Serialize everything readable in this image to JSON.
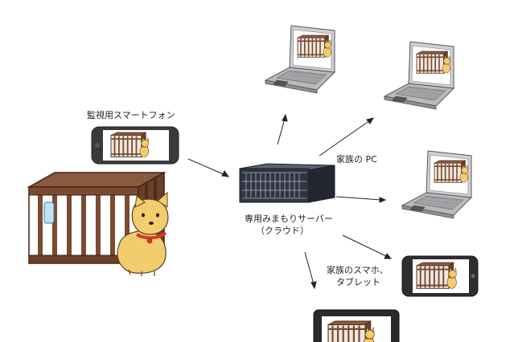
{
  "labels": {
    "monitor_phone": "監視用スマートフォン",
    "family_pc": "家族の PC",
    "server_line1": "専用みまもりサーバー",
    "server_line2": "（クラウド）",
    "family_mobile_line1": "家族のスマホ、",
    "family_mobile_line2": "タブレット"
  },
  "colors": {
    "wood": "#7a4a32",
    "wood_dark": "#4e2d1c",
    "dog": "#f2cd6e",
    "collar": "#d63a2a",
    "device": "#3a3a3a",
    "laptop_body": "#b8babc",
    "server": "#2f3440"
  }
}
